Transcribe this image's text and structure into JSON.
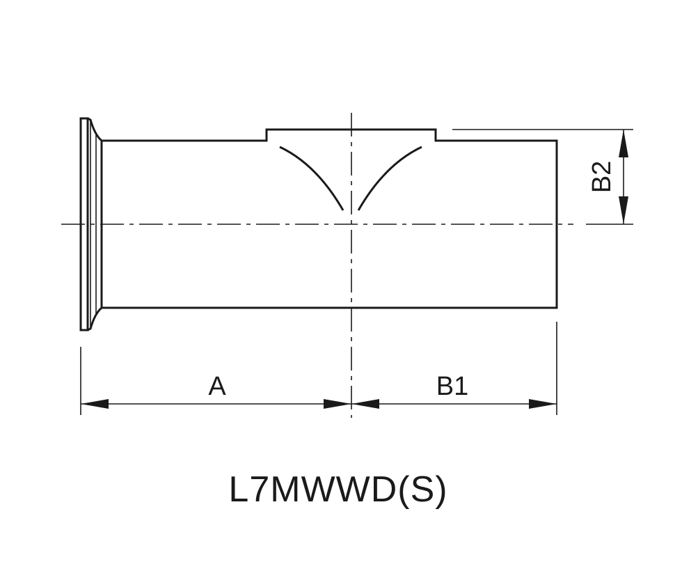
{
  "dimensions": {
    "a_label": "A",
    "b1_label": "B1",
    "b2_label": "B2"
  },
  "part": {
    "model": "L7MWWD(S)"
  },
  "colors": {
    "ink": "#1a1a1a",
    "background": "#ffffff"
  }
}
